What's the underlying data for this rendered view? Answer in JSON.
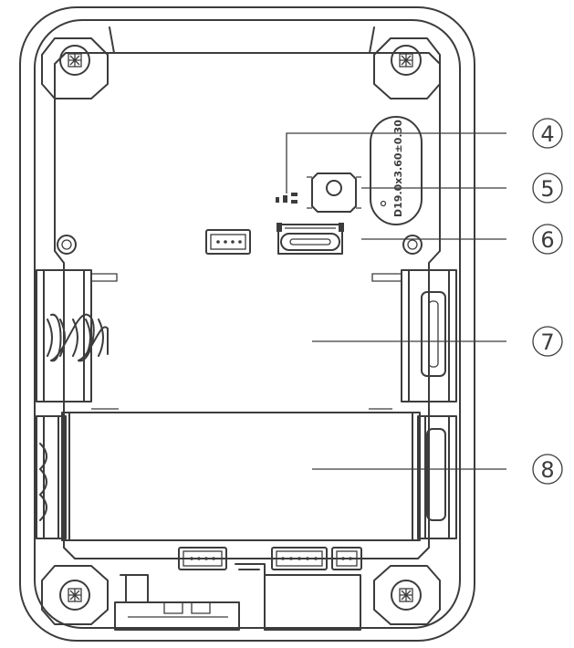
{
  "callouts": [
    {
      "number": "4",
      "part": "led"
    },
    {
      "number": "5",
      "part": "reset-button"
    },
    {
      "number": "6",
      "part": "usb-c-port"
    },
    {
      "number": "7",
      "part": "board"
    },
    {
      "number": "8",
      "part": "battery"
    }
  ],
  "chip_label": "D19.0x3.60±0.30",
  "colors": {
    "line": "#3c3c3c",
    "background": "#ffffff"
  },
  "icons": [
    "screw-icon"
  ]
}
